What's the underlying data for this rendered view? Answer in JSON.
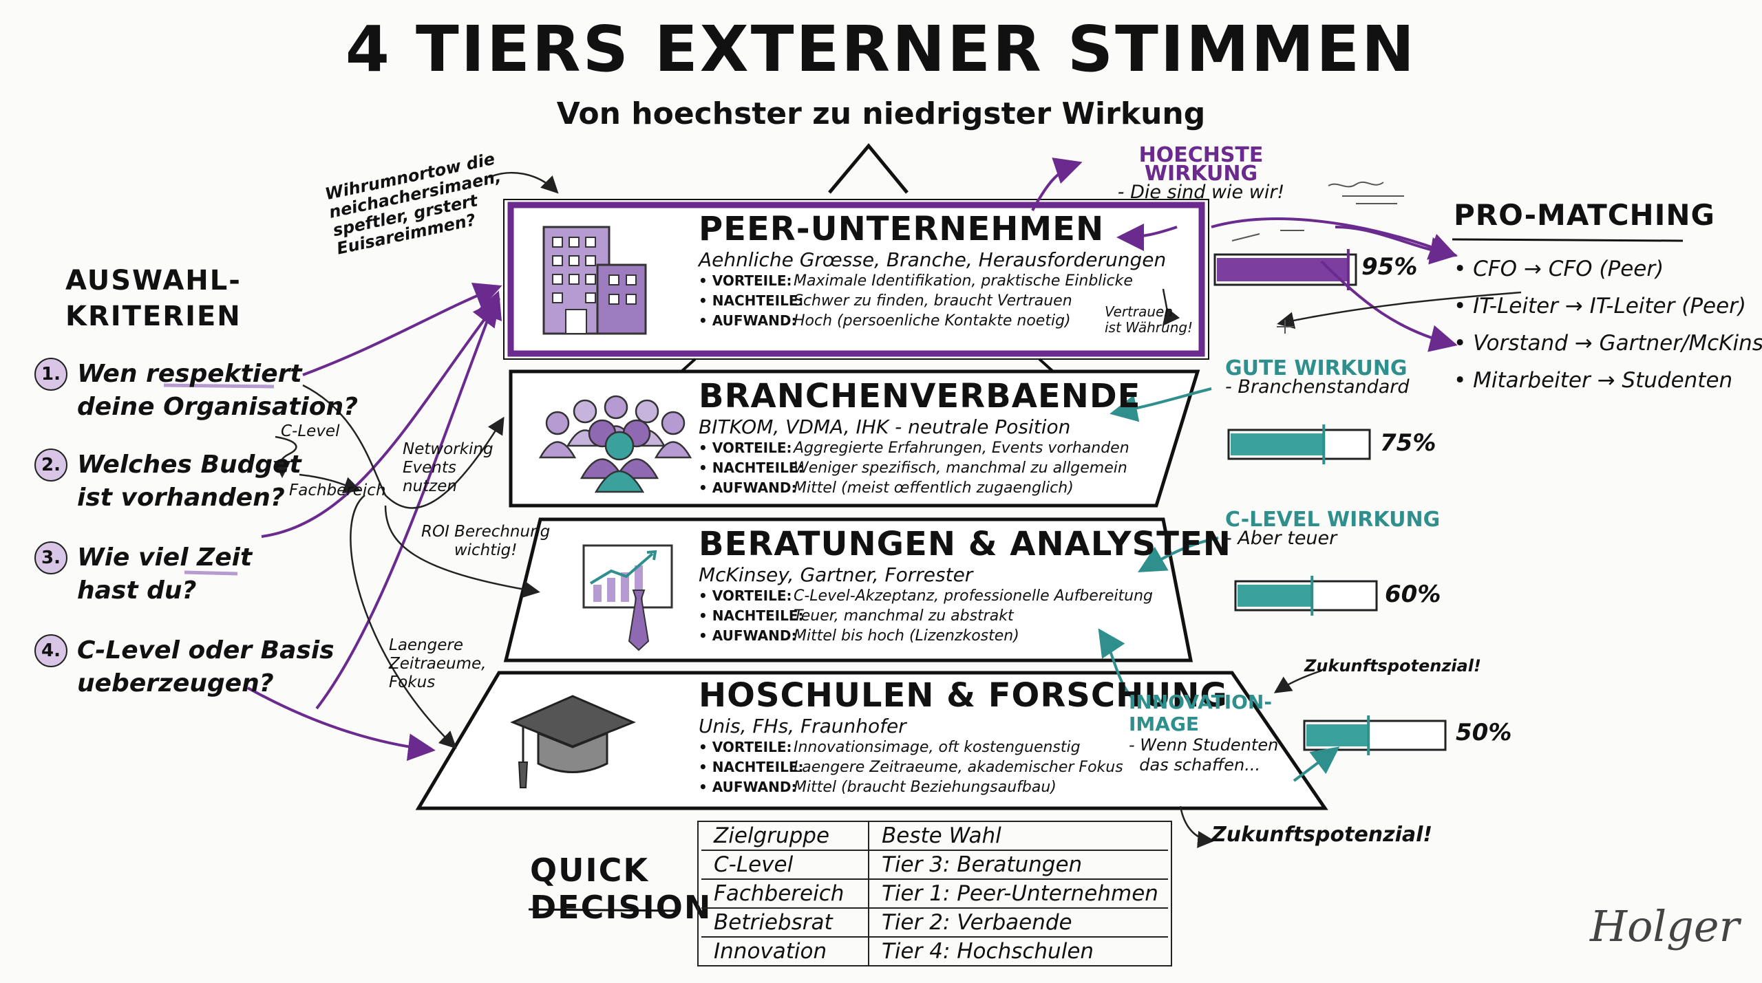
{
  "title": "4 TIERS EXTERNER STIMMEN",
  "subtitle": "Von hoechster zu niedrigster Wirkung",
  "tiers": [
    {
      "name": "PEER-UNTERNEHMEN",
      "sub": "Aehnliche Grœsse, Branche, Herausforderungen",
      "vorteile_label": "• VORTEILE:",
      "vorteile": "Maximale Identifikation, praktische Einblicke",
      "nachteile_label": "• NACHTEILE:",
      "nachteile": "Schwer zu finden, braucht Vertrauen",
      "aufwand_label": "• AUFWAND:",
      "aufwand": "Hoch (persoenliche Kontakte noetig)",
      "percent": 95,
      "percent_label": "95%",
      "impact_title": "HOECHSTE WIRKUNG",
      "impact_note": "- Die sind wie wir!",
      "icon": "office-building-icon"
    },
    {
      "name": "BRANCHENVERBAENDE",
      "sub": "BITKOM, VDMA, IHK - neutrale Position",
      "vorteile_label": "• VORTEILE:",
      "vorteile": "Aggregierte Erfahrungen, Events vorhanden",
      "nachteile_label": "• NACHTEILE:",
      "nachteile": "Weniger spezifisch, manchmal zu allgemein",
      "aufwand_label": "• AUFWAND:",
      "aufwand": "Mittel (meist œffentlich zugaenglich)",
      "percent": 75,
      "percent_label": "75%",
      "impact_title": "GUTE WIRKUNG",
      "impact_note": "- Branchenstandard",
      "icon": "people-group-icon"
    },
    {
      "name": "BERATUNGEN & ANALYSTEN",
      "sub": "McKinsey, Gartner, Forrester",
      "vorteile_label": "• VORTEILE:",
      "vorteile": "C-Level-Akzeptanz, professionelle Aufbereitung",
      "nachteile_label": "• NACHTEILE:",
      "nachteile": "Teuer, manchmal zu abstrakt",
      "aufwand_label": "• AUFWAND:",
      "aufwand": "Mittel bis hoch (Lizenzkosten)",
      "percent": 60,
      "percent_label": "60%",
      "impact_title": "C-LEVEL WIRKUNG",
      "impact_note": "- Aber teuer",
      "icon": "chart-presentation-icon"
    },
    {
      "name": "HOSCHULEN & FORSCHUNG",
      "sub": "Unis, FHs, Fraunhofer",
      "vorteile_label": "• VORTEILE:",
      "vorteile": "Innovationsimage, oft kostenguenstig",
      "nachteile_label": "• NACHTEILE:",
      "nachteile": "Laengere Zeitraeume, akademischer Fokus",
      "aufwand_label": "• AUFWAND:",
      "aufwand": "Mittel (braucht Beziehungsaufbau)",
      "percent": 50,
      "percent_label": "50%",
      "impact_title": "INNOVATION-\nIMAGE",
      "impact_note": "- Wenn Studenten\n  das schaffen...",
      "icon": "graduation-cap-icon"
    }
  ],
  "criteria": {
    "heading": "AUSWAHL-\nKRITERIEN",
    "items": [
      {
        "num": "1.",
        "text": "Wen respektiert\ndeine Organisation?"
      },
      {
        "num": "2.",
        "text": "Welches Budget\nist vorhanden?"
      },
      {
        "num": "3.",
        "text": "Wie viel Zeit\nhast du?"
      },
      {
        "num": "4.",
        "text": "C-Level oder Basis\nueberzeugen?"
      }
    ]
  },
  "annotations": {
    "top_left_note": "Wihrumnortow die\nneichachersimaen,\nspeftler, grstert\nEuisareimmen?",
    "c_level": "C-Level",
    "fachbereich": "Fachbereich",
    "networking": "Networking\nEvents\nnutzen",
    "roi": "ROI Berechnung\nwichtig!",
    "laengere": "Laengere\nZeitraeume,\nFokus",
    "vertrauen": "Vertrauen\nist Währung!",
    "zukunft_1": "Zukunftspotenzial!",
    "zukunft_2": "Zukunftspotenzial!"
  },
  "pro_matching": {
    "heading": "PRO-MATCHING",
    "items": [
      "• CFO → CFO (Peer)",
      "• IT-Leiter → IT-Leiter (Peer)",
      "• Vorstand → Gartner/McKinsey",
      "• Mitarbeiter → Studenten"
    ]
  },
  "quick_decision": {
    "heading": "QUICK\nDECISION",
    "columns": [
      "Zielgruppe",
      "Beste Wahl"
    ],
    "rows": [
      [
        "C-Level",
        "Tier 3: Beratungen"
      ],
      [
        "Fachbereich",
        "Tier 1: Peer-Unternehmen"
      ],
      [
        "Betriebsrat",
        "Tier 2: Verbaende"
      ],
      [
        "Innovation",
        "Tier 4: Hochschulen"
      ]
    ]
  },
  "signature": "Holger",
  "colors": {
    "purple": "#6a2a8e",
    "purple_fill": "#7b3fa0",
    "teal": "#2f8f8c",
    "teal_fill": "#3aa19c",
    "ink": "#111111"
  }
}
